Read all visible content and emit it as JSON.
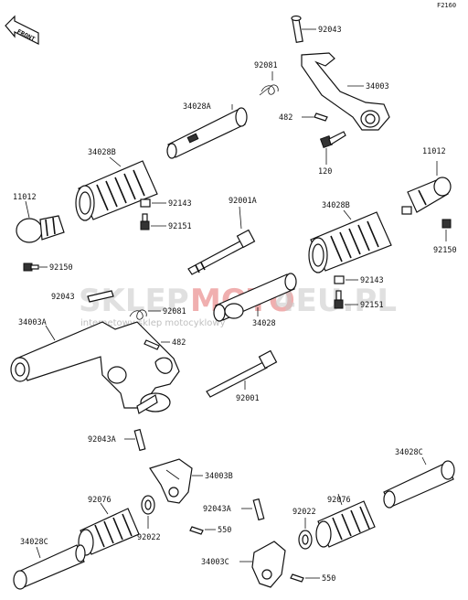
{
  "figure_code": "F2160",
  "front_label": "FRONT",
  "watermark": {
    "part1": "SKLEP",
    "part2": "MOTO",
    "part3": "4EU.PL",
    "subtitle": "internetowy sklep motocyklowy"
  },
  "labels": {
    "l92043_top": "92043",
    "l92081_top": "92081",
    "l34003": "34003",
    "l34028A": "34028A",
    "l482_top": "482",
    "l120": "120",
    "l34028B_l": "34028B",
    "l11012_l": "11012",
    "l11012_r": "11012",
    "l92143_l": "92143",
    "l92151_l": "92151",
    "l92001A": "92001A",
    "l34028B_r": "34028B",
    "l92150_r": "92150",
    "l92150_l": "92150",
    "l92043_mid": "92043",
    "l92081_mid": "92081",
    "l34003A": "34003A",
    "l92143_r": "92143",
    "l92151_r": "92151",
    "l34028": "34028",
    "l482_mid": "482",
    "l92001": "92001",
    "l92043A_l": "92043A",
    "l34003B": "34003B",
    "l34028C_r": "34028C",
    "l92076_l": "92076",
    "l92043A_r": "92043A",
    "l92022_r": "92022",
    "l92076_r": "92076",
    "l550_l": "550",
    "l92022_l": "92022",
    "l34028C_l": "34028C",
    "l34003C": "34003C",
    "l550_r": "550"
  }
}
